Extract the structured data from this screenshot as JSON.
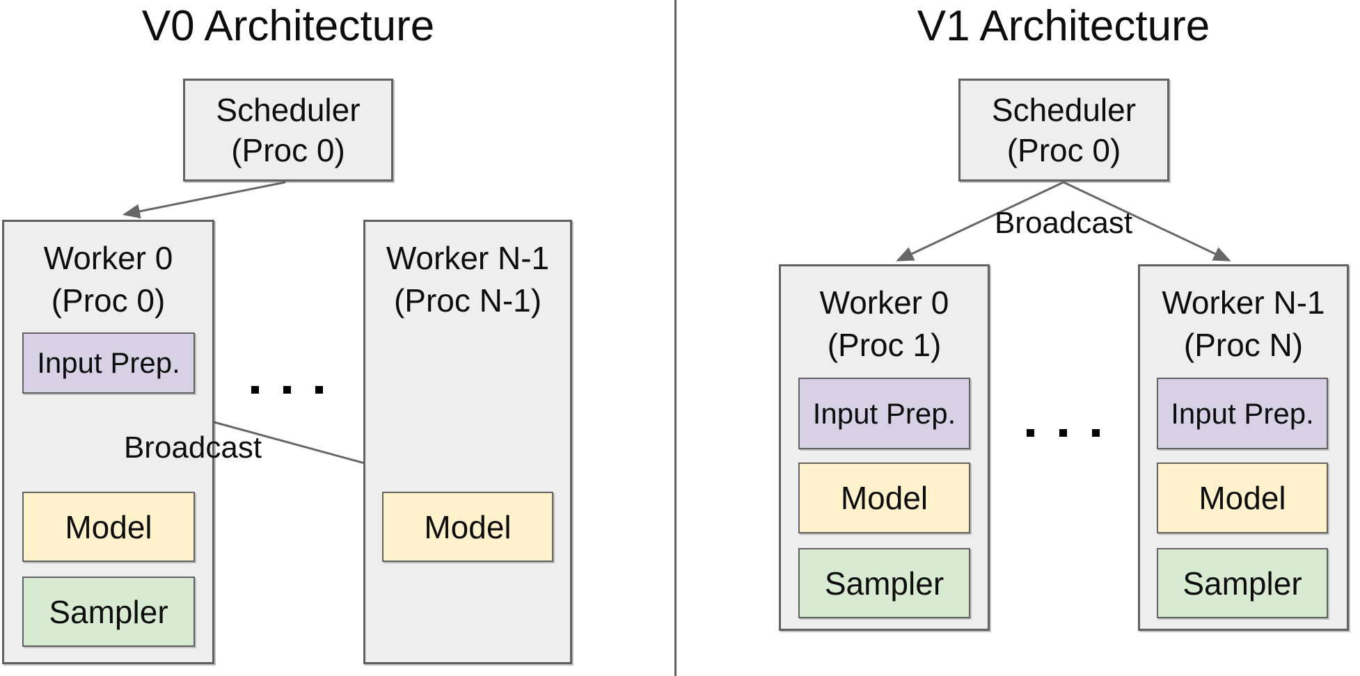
{
  "v0": {
    "title": "V0 Architecture",
    "scheduler": {
      "line1": "Scheduler",
      "line2": "(Proc 0)"
    },
    "broadcast_label": "Broadcast",
    "ellipsis": ". . .",
    "worker0": {
      "line1": "Worker 0",
      "line2": "(Proc 0)",
      "input_prep": "Input Prep.",
      "model": "Model",
      "sampler": "Sampler"
    },
    "worker_n1": {
      "line1": "Worker N-1",
      "line2": "(Proc N-1)",
      "model": "Model"
    }
  },
  "v1": {
    "title": "V1 Architecture",
    "scheduler": {
      "line1": "Scheduler",
      "line2": "(Proc 0)"
    },
    "broadcast_label": "Broadcast",
    "ellipsis": ". . .",
    "worker0": {
      "line1": "Worker 0",
      "line2": "(Proc 1)",
      "input_prep": "Input Prep.",
      "model": "Model",
      "sampler": "Sampler"
    },
    "worker_n1": {
      "line1": "Worker N-1",
      "line2": "(Proc N)",
      "input_prep": "Input Prep.",
      "model": "Model",
      "sampler": "Sampler"
    }
  },
  "colors": {
    "box_fill_gray": "#eeeeee",
    "box_fill_purple": "#d7d1e6",
    "box_fill_yellow": "#fff2cc",
    "box_fill_green": "#d9ead3",
    "box_border": "#616161",
    "arrow": "#666666",
    "divider": "#5e5e5e",
    "text": "#0d0d0d",
    "background": "#ffffff"
  }
}
